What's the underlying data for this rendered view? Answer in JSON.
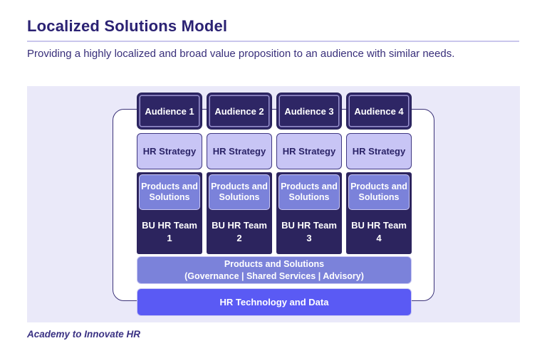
{
  "header": {
    "title": "Localized Solutions Model",
    "subtitle": "Providing a highly localized and broad value proposition to an audience with similar needs."
  },
  "diagram": {
    "columns": [
      {
        "audience": "Audience 1",
        "strategy": "HR Strategy",
        "products": "Products and Solutions",
        "team_line1": "BU HR Team",
        "team_line2": "1"
      },
      {
        "audience": "Audience 2",
        "strategy": "HR Strategy",
        "products": "Products and Solutions",
        "team_line1": "BU HR Team",
        "team_line2": "2"
      },
      {
        "audience": "Audience 3",
        "strategy": "HR Strategy",
        "products": "Products and Solutions",
        "team_line1": "BU HR Team",
        "team_line2": "3"
      },
      {
        "audience": "Audience 4",
        "strategy": "HR Strategy",
        "products": "Products and Solutions",
        "team_line1": "BU HR Team",
        "team_line2": "4"
      }
    ],
    "shared_products": {
      "line1": "Products and Solutions",
      "line2": "(Governance | Shared Services | Advisory)"
    },
    "technology_bar": "HR Technology and Data"
  },
  "footer": {
    "credit": "Academy to Innovate HR"
  },
  "colors": {
    "dark_indigo": "#2e2665",
    "periwinkle": "#7b82da",
    "lavender_box": "#c8c5f5",
    "bright_blue_bar": "#5a5af4",
    "panel_background": "#eae9f9",
    "outline_border": "#3b3278",
    "title_text": "#2b2273"
  }
}
